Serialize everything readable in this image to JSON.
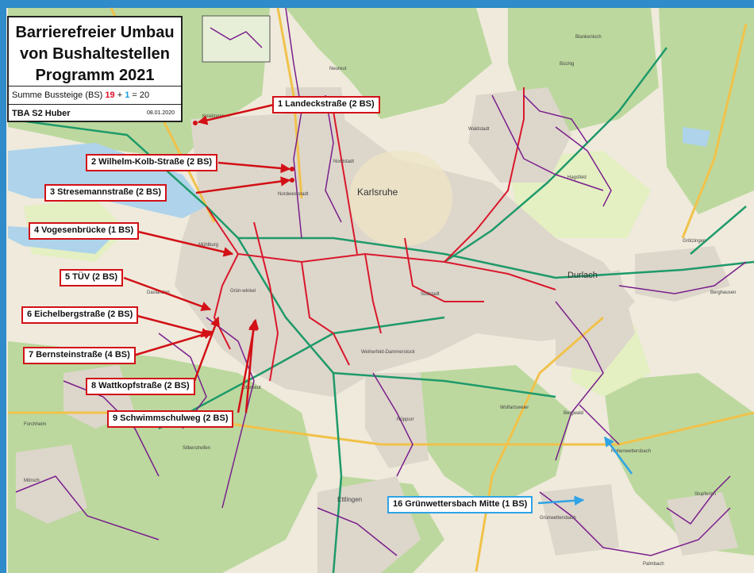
{
  "title": {
    "line1": "Barrierefreier Umbau",
    "line2": "von Bushaltestellen",
    "line3": "Programm 2021",
    "summary_label": "Summe Bussteige (BS)",
    "summary_red": "19",
    "summary_plus": "+",
    "summary_blue": "1",
    "summary_result": "= 20",
    "department": "TBA S2 Huber",
    "date": "08.01.2020"
  },
  "stops": [
    {
      "label": "1 Landeckstraße (2 BS)"
    },
    {
      "label": "2 Wilhelm-Kolb-Straße (2 BS)"
    },
    {
      "label": "3 Stresemannstraße (2 BS)"
    },
    {
      "label": "4 Vogesenbrücke (1 BS)"
    },
    {
      "label": "5 TÜV (2 BS)"
    },
    {
      "label": "6 Eichelbergstraße (2 BS)"
    },
    {
      "label": "7 Bernsteinstraße (4 BS)"
    },
    {
      "label": "8 Wattkopfstraße (2 BS)"
    },
    {
      "label": "9 Schwimmschulweg (2 BS)"
    },
    {
      "label": "16 Grünwettersbach Mitte (1 BS)"
    }
  ],
  "places": {
    "karlsruhe": "Karlsruhe",
    "durlach": "Durlach",
    "ettlingen": "Ettlingen",
    "neureut": "Neureut",
    "nordstadt": "Nordstadt",
    "nordweststadt": "Nordweststadt",
    "muehlburg": "Mühlburg",
    "daxlanden": "Daxlanden",
    "gruenwinkel": "Grün-winkel",
    "oberreut": "Oberreut",
    "suedstadt": "Südstadt",
    "weiherfeld": "Weiherfeld-Dammerstock",
    "rueppurr": "Rüppurr",
    "wolfartsweier": "Wolfartsweier",
    "gruenwettersbach": "Grünwettersbach",
    "hohenwettersbach": "Hohenwettersbach",
    "bergwald": "Bergwald",
    "waldstadt": "Waldstadt",
    "hagsfeld": "Hagsfeld",
    "groetzingen": "Grötzingen",
    "berghausen": "Berghausen",
    "forchheim": "Forchheim",
    "moersch": "Mörsch",
    "silberstreifen": "Silberstreifen",
    "stupferich": "Stupferich",
    "palmbach": "Palmbach",
    "knielingen": "Knielingen",
    "blankenloch": "Blankenloch",
    "buechig": "Büchig"
  },
  "colors": {
    "red_box": "#d21016",
    "blue_box": "#2ea3e6",
    "tram_red": "#d9182b",
    "bus_purple": "#7a1f8c",
    "rail_green": "#1e9a6a",
    "forest": "#b9d69a",
    "urban": "#dcd6cb",
    "water": "#aed3ea"
  }
}
